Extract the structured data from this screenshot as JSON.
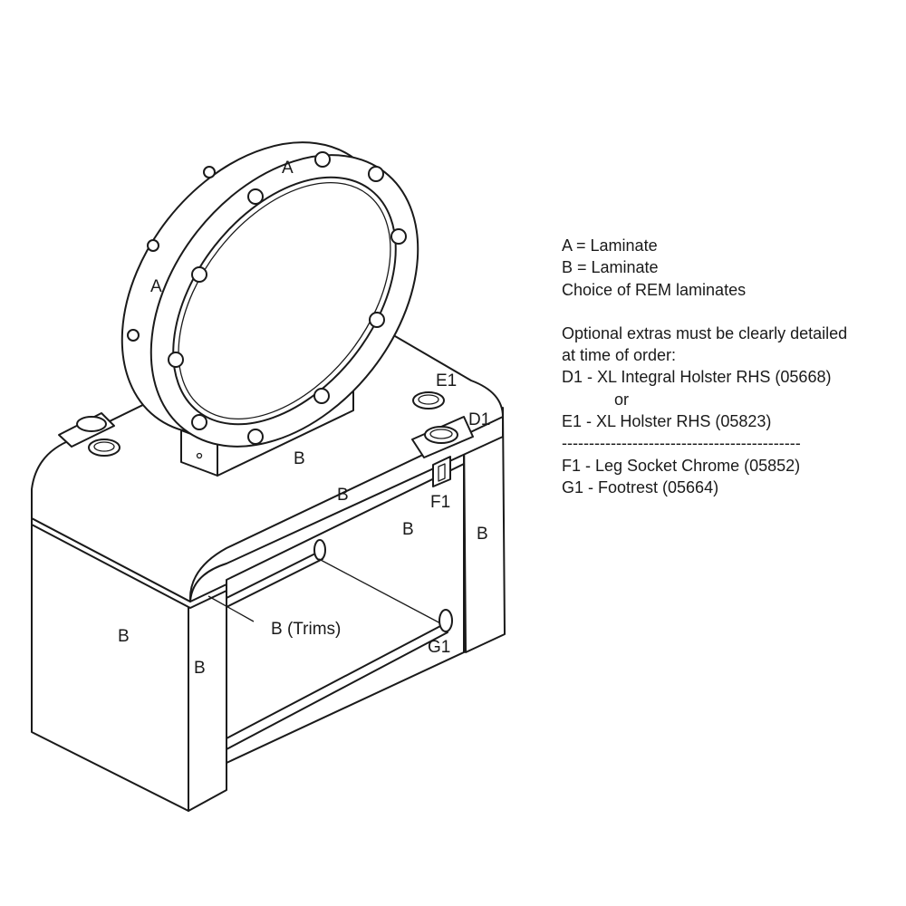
{
  "legend": {
    "line1": "A = Laminate",
    "line2": "B = Laminate",
    "line3": "Choice of REM laminates",
    "line4": "Optional extras must be clearly detailed",
    "line5": "at time of order:",
    "line6": "D1 - XL Integral Holster RHS (05668)",
    "line7": "or",
    "line8": "E1 - XL Holster RHS (05823)",
    "line9": "--------------------------------------------",
    "line10": "F1 - Leg Socket Chrome (05852)",
    "line11": "G1 - Footrest (05664)"
  },
  "labels": {
    "a_top": "A",
    "a_left": "A",
    "e1": "E1",
    "d1": "D1",
    "f1": "F1",
    "g1": "G1",
    "b_top_mid": "B",
    "b_top_front": "B",
    "b_back_panel": "B",
    "b_right_leg": "B",
    "b_left_front": "B",
    "b_left_side": "B",
    "b_trims": "B (Trims)"
  }
}
